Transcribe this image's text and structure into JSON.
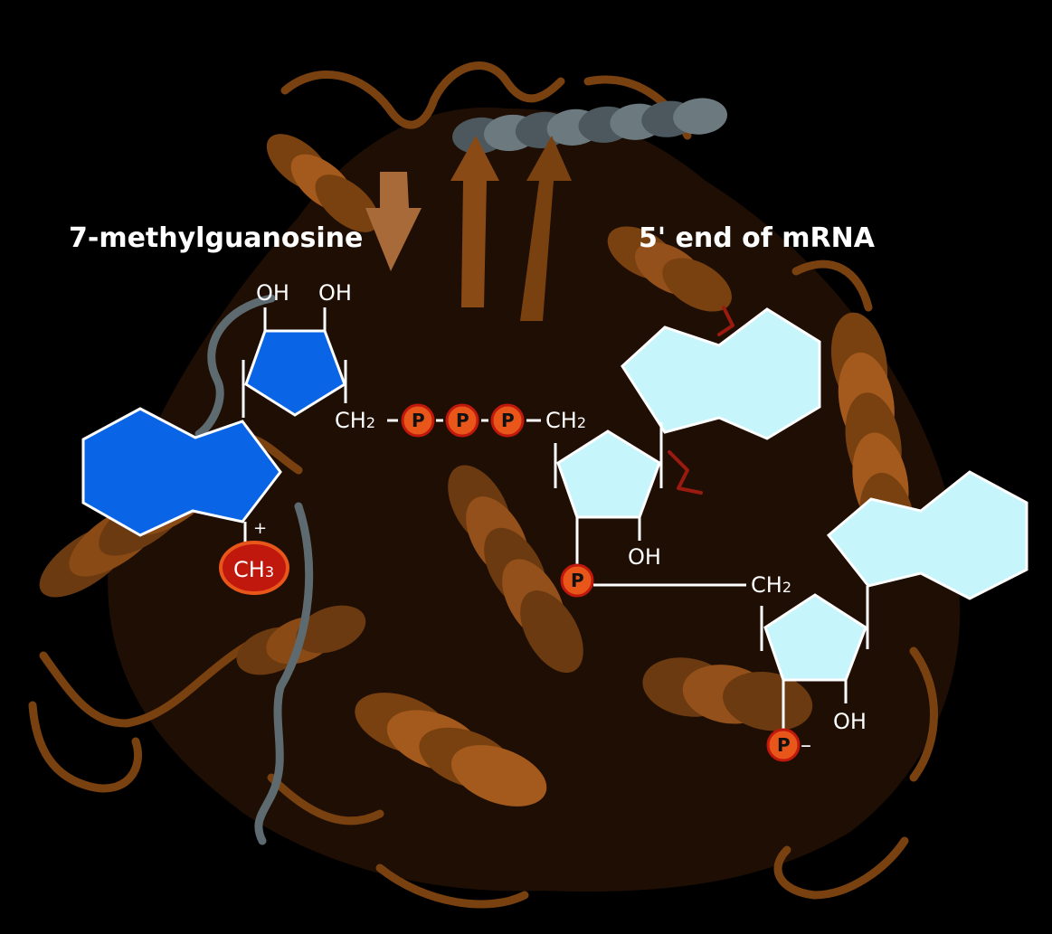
{
  "labels": {
    "cap_title": "7-methylguanosine",
    "mrna_title": "5' end of mRNA",
    "oh": "OH",
    "ch": "CH",
    "sub2": "2",
    "sub3": "3",
    "phosphate": "P",
    "plus": "+",
    "minus": "–"
  },
  "colors": {
    "background": "#000000",
    "protein_ribbon": "#7a4110",
    "protein_shadow": "#3a1d06",
    "protein_highlight": "#a35a1c",
    "grey_helix": "#5d6a70",
    "cap_blue": "#0a64e6",
    "mrna_light": "#c6f6fb",
    "phosphate_fill": "#e8561a",
    "methyl_fill": "#c0180c",
    "bond": "#ffffff"
  }
}
